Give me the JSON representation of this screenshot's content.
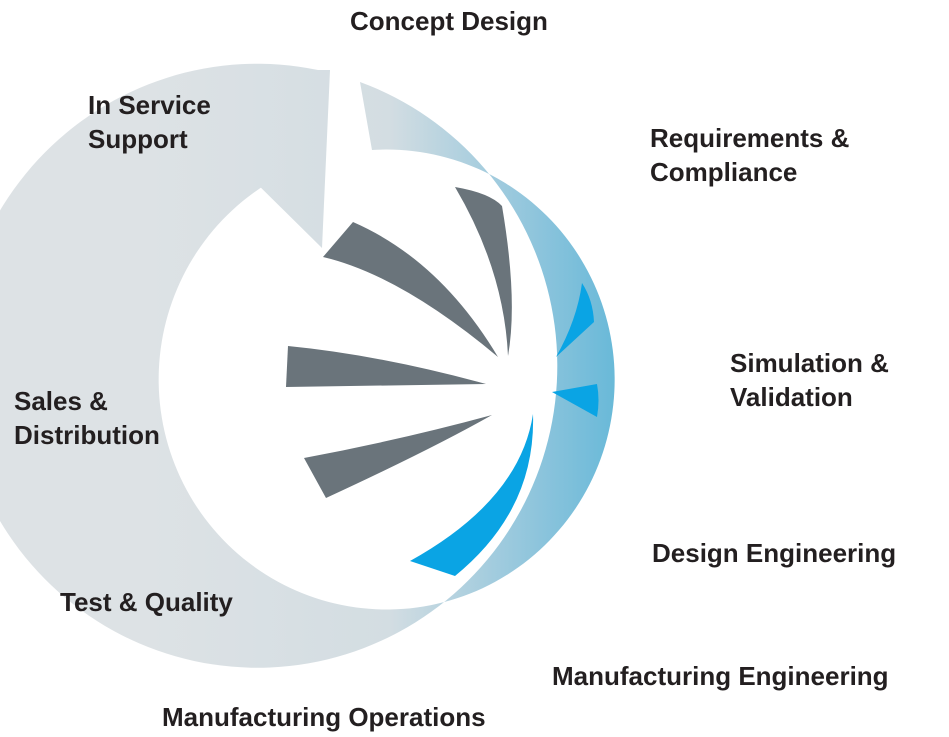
{
  "diagram": {
    "stages": [
      {
        "id": "concept-design",
        "lines": [
          "Concept Design"
        ]
      },
      {
        "id": "requirements-compliance",
        "lines": [
          "Requirements &",
          "Compliance"
        ]
      },
      {
        "id": "simulation-validation",
        "lines": [
          "Simulation &",
          "Validation"
        ]
      },
      {
        "id": "design-engineering",
        "lines": [
          "Design Engineering"
        ]
      },
      {
        "id": "manufacturing-engineering",
        "lines": [
          "Manufacturing Engineering"
        ]
      },
      {
        "id": "manufacturing-operations",
        "lines": [
          "Manufacturing Operations"
        ]
      },
      {
        "id": "test-quality",
        "lines": [
          "Test & Quality"
        ]
      },
      {
        "id": "sales-distribution",
        "lines": [
          "Sales &",
          "Distribution"
        ]
      },
      {
        "id": "in-service-support",
        "lines": [
          "In Service",
          "Support"
        ]
      }
    ],
    "colors": {
      "cycle_light": "#dde2e5",
      "cycle_blue": "#1ba1d0",
      "blade_gray": "#6a747b",
      "blade_blue": "#0aa4e4",
      "text": "#231f20"
    }
  }
}
